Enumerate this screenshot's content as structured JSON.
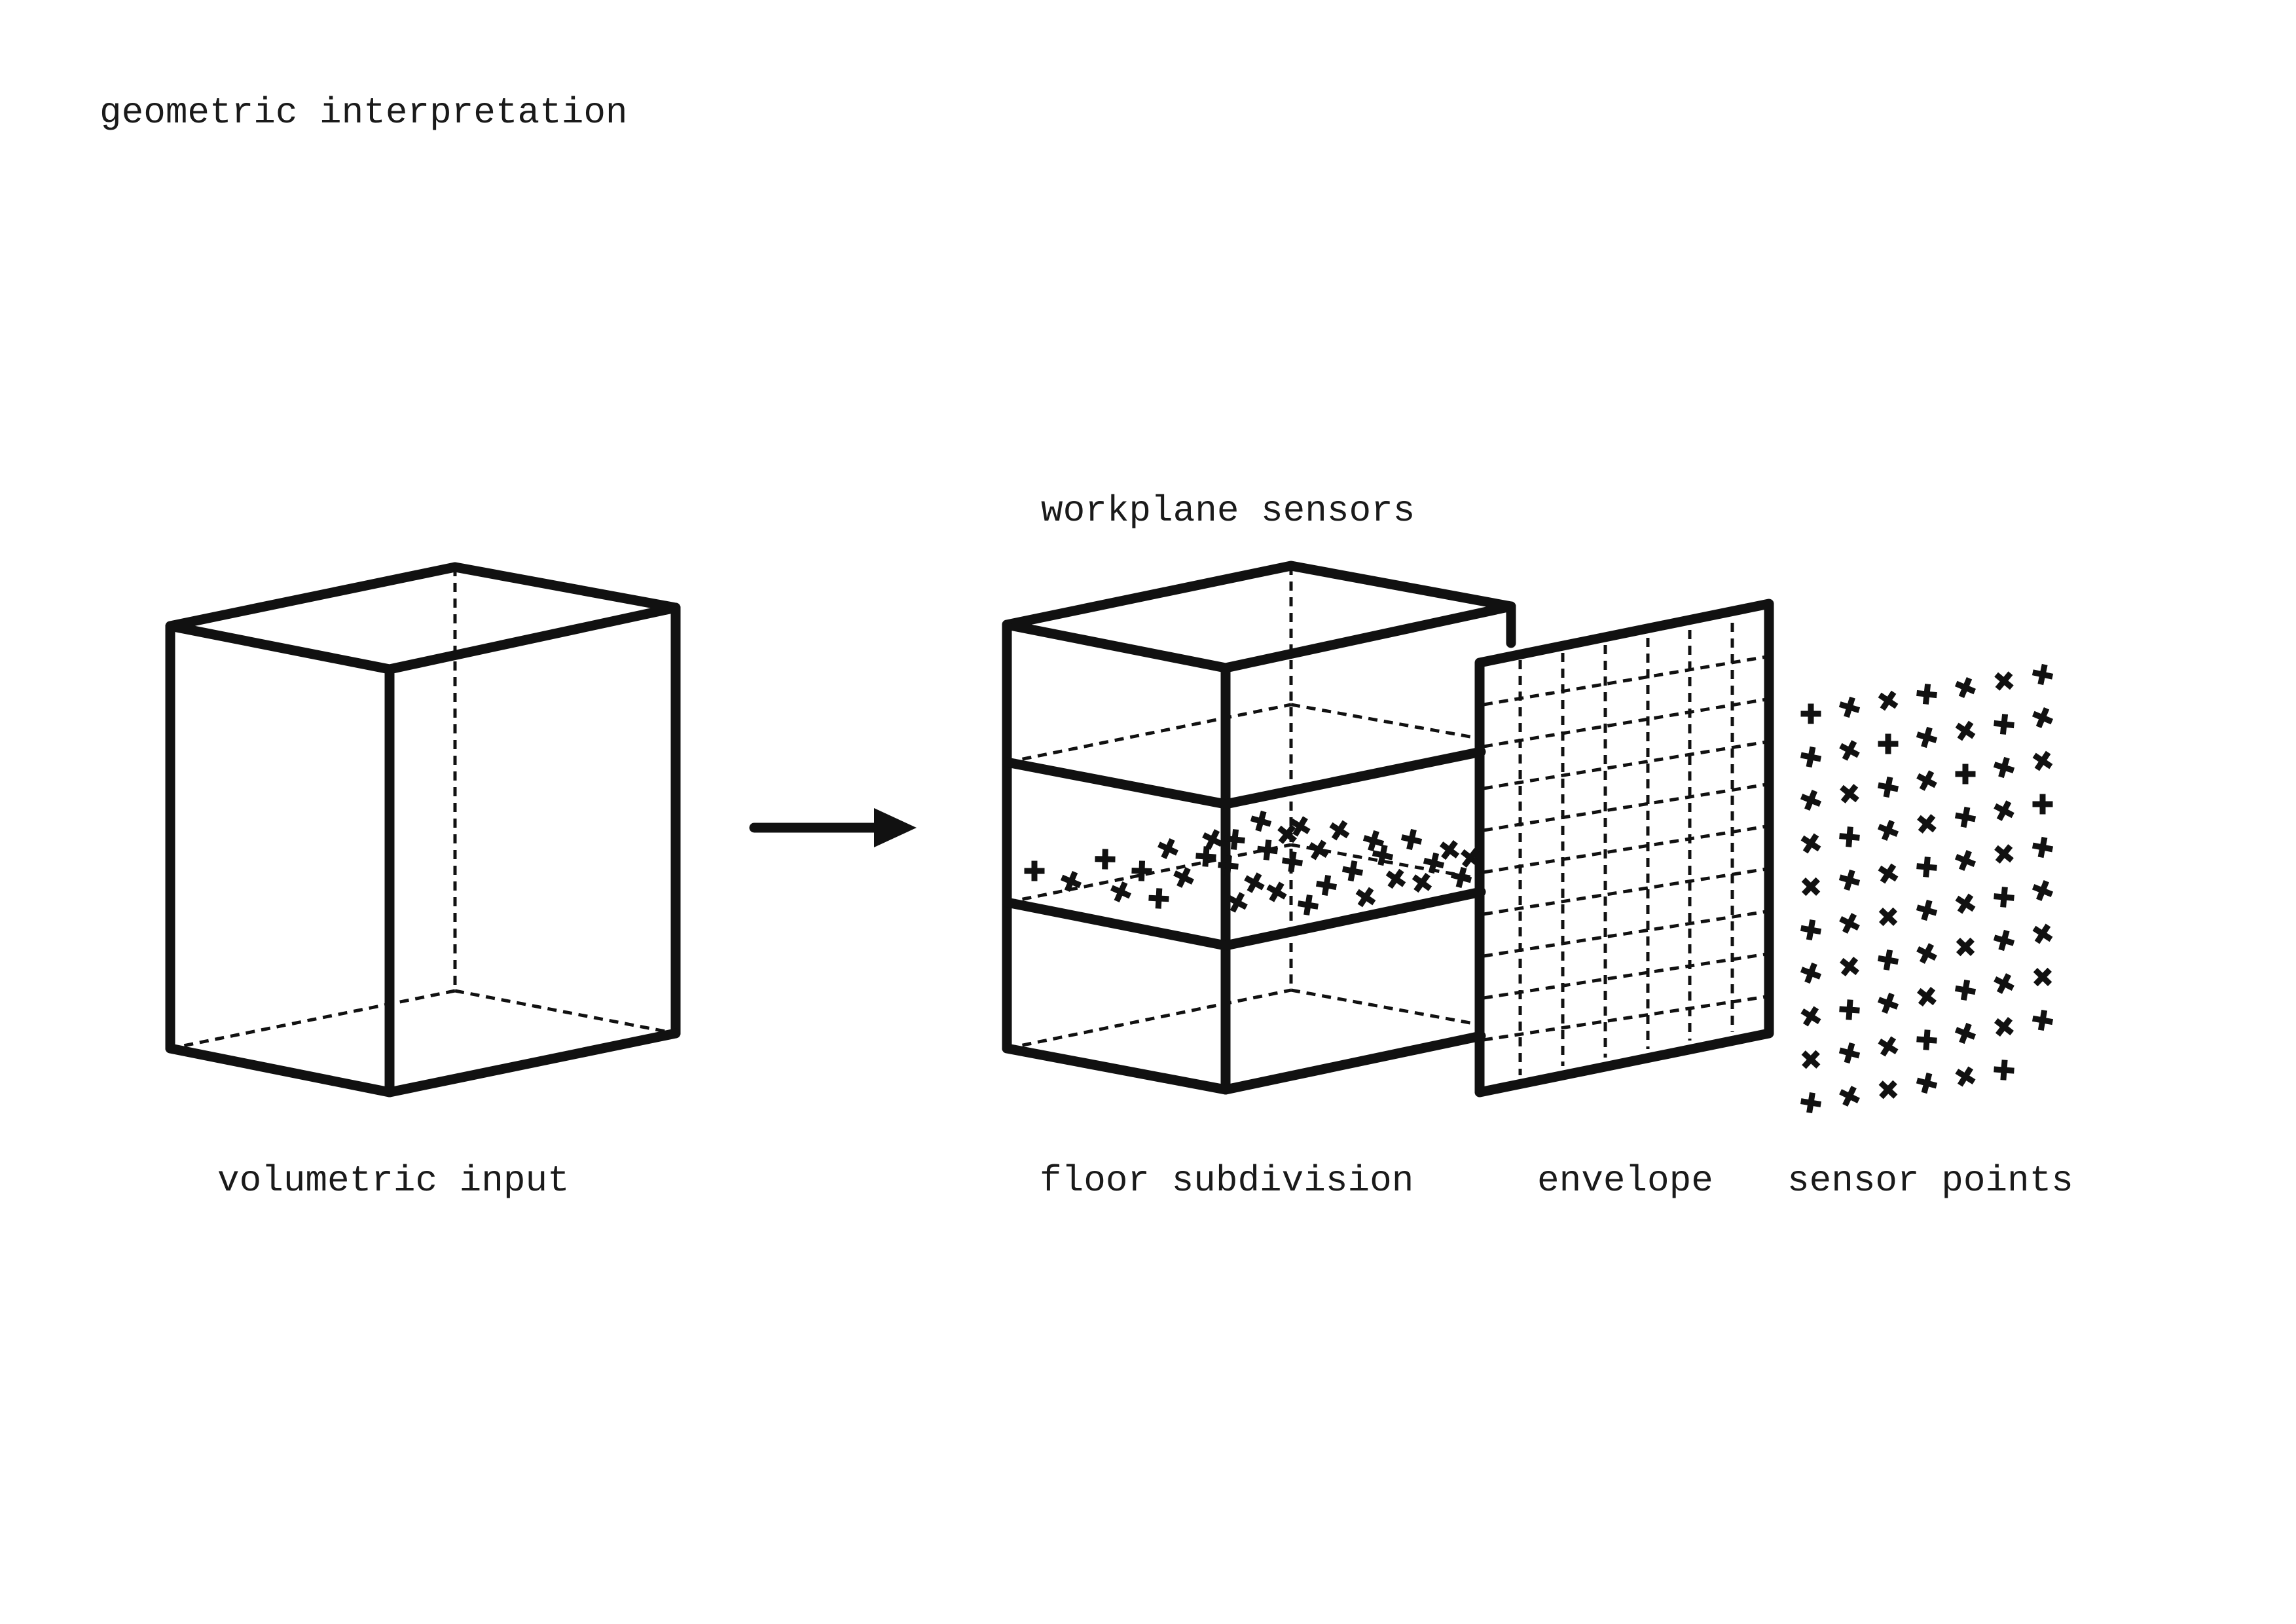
{
  "title": "geometric interpretation",
  "labels": {
    "volumetric_input": "volumetric input",
    "workplane_sensors": "workplane sensors",
    "floor_subdivision": "floor subdivision",
    "envelope": "envelope",
    "sensor_points": "sensor points"
  },
  "colors": {
    "ink": "#111111",
    "background": "#ffffff"
  },
  "icons": {
    "sensor_marker": "cross-marker-icon",
    "flow_arrow": "arrow-right-icon"
  }
}
